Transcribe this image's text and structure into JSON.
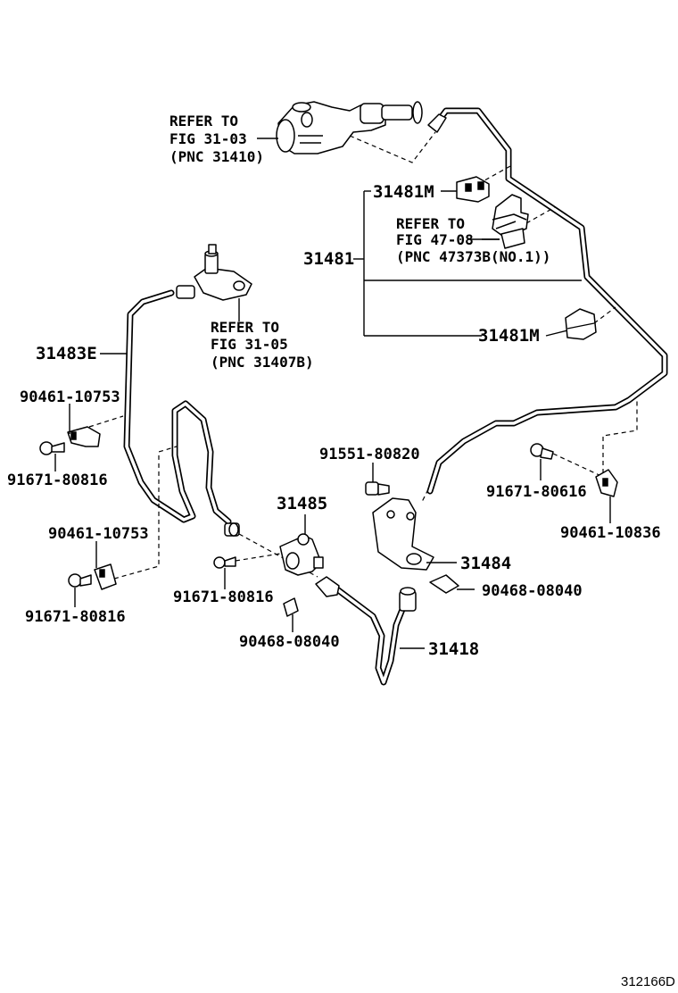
{
  "diagram": {
    "figure_code": "312166D",
    "labels": {
      "master_cylinder_ref": [
        "REFER TO",
        "FIG 31-03",
        "(PNC 31410)"
      ],
      "clip_481m_top": "31481M",
      "clip_ref": [
        "REFER TO",
        "FIG 47-08",
        "(PNC 47373B(NO.1))"
      ],
      "clamp_set": "31481",
      "clip_481m_bottom": "31481M",
      "tube_483e": "31483E",
      "bleeder_ref": [
        "REFER TO",
        "FIG 31-05",
        "(PNC 31407B)"
      ],
      "clamp_a": "90461-10753",
      "bolt_a": "91671-80816",
      "bolt_b": "91551-80820",
      "bolt_c": "91671-80616",
      "clamp_c": "90461-10836",
      "bracket_485": "31485",
      "clamp_b": "90461-10753",
      "bracket_484": "31484",
      "clip_a": "90468-08040",
      "bolt_d": "91671-80816",
      "bolt_e": "91671-80816",
      "clip_b": "90468-08040",
      "flex_hose": "31418"
    }
  }
}
